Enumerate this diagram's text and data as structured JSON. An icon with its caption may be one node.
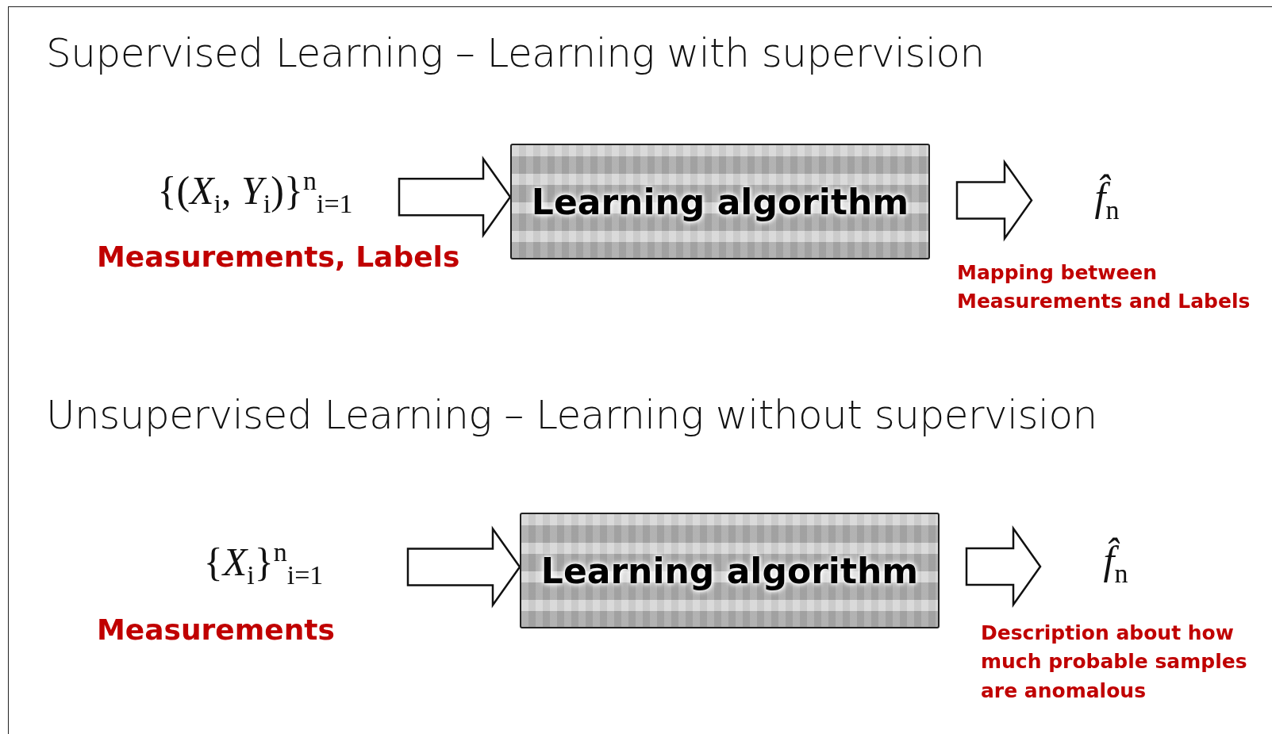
{
  "diagram": {
    "title": "Supervised Learning – Learning with supervision",
    "nodes": [
      {
        "text": [
          "{(*X*$_{i}$, *Y*$_{i}$)}$^{n}$$_{i=1}$"
        ],
        "beside": [
          "Measurements, Labels"
        ]
      },
      {
        "text": [
          "Learning algorithm"
        ]
      },
      {
        "text": [
          "*f̂*$_{n}$"
        ],
        "beside": [
          "Mapping between Measurements and Labels"
        ]
      },
      {
        "text": [
          "{*X*$_{i}$}$^{n}$$_{i=1}$"
        ],
        "beside": [
          "Measurements"
        ]
      },
      {
        "text": [
          "Learning algorithm"
        ]
      },
      {
        "text": [
          "*f̂*$_{n}$"
        ],
        "beside": [
          "Description about how much probable samples are anomalous"
        ]
      }
    ],
    "edges": [
      {
        "from": 0,
        "to": 1,
        "arrow": "to"
      },
      {
        "from": 1,
        "to": 2,
        "arrow": "to"
      },
      {
        "from": 3,
        "to": 4,
        "arrow": "to"
      },
      {
        "from": 4,
        "to": 5,
        "arrow": "to"
      }
    ],
    "labels": [
      "Unsupervised Learning – Learning without supervision"
    ]
  }
}
